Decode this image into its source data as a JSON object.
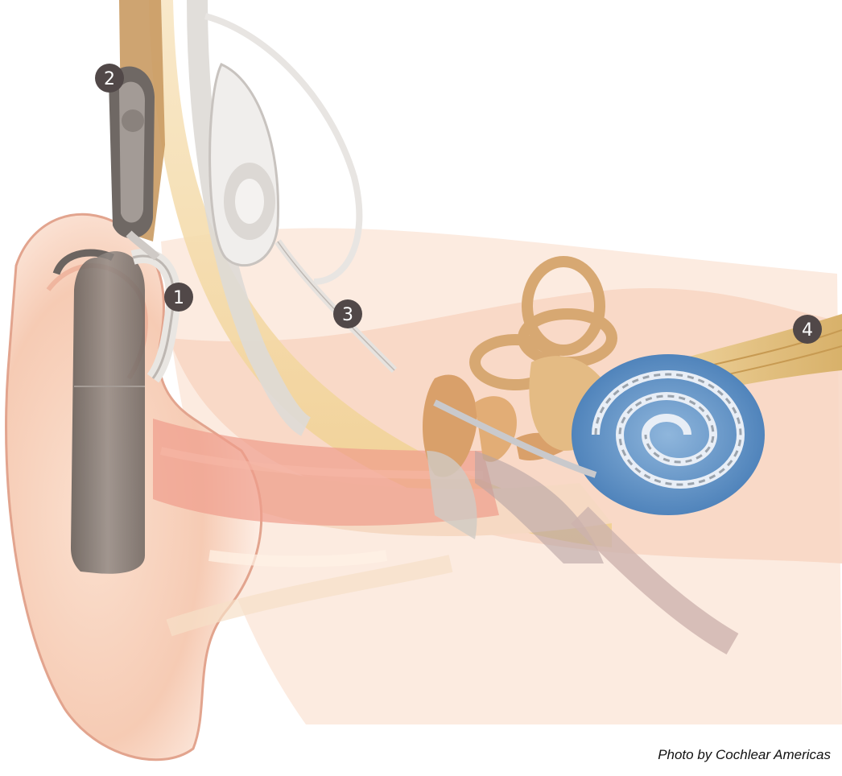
{
  "callouts": [
    {
      "label": "1",
      "name": "sound-processor"
    },
    {
      "label": "2",
      "name": "transmitter-coil"
    },
    {
      "label": "3",
      "name": "receiver-stimulator"
    },
    {
      "label": "4",
      "name": "hearing-nerve"
    }
  ],
  "credit": "Photo by Cochlear Americas",
  "colors": {
    "skin": "#f6cbb4",
    "skin_dark": "#e9a48c",
    "bone": "#f3d9a6",
    "implant_grey": "#7d7571",
    "cochlea_blue": "#5b8fc4",
    "ossicle_tan": "#d9a06a",
    "nerve_gold": "#e3c489",
    "badge": "#514848"
  }
}
